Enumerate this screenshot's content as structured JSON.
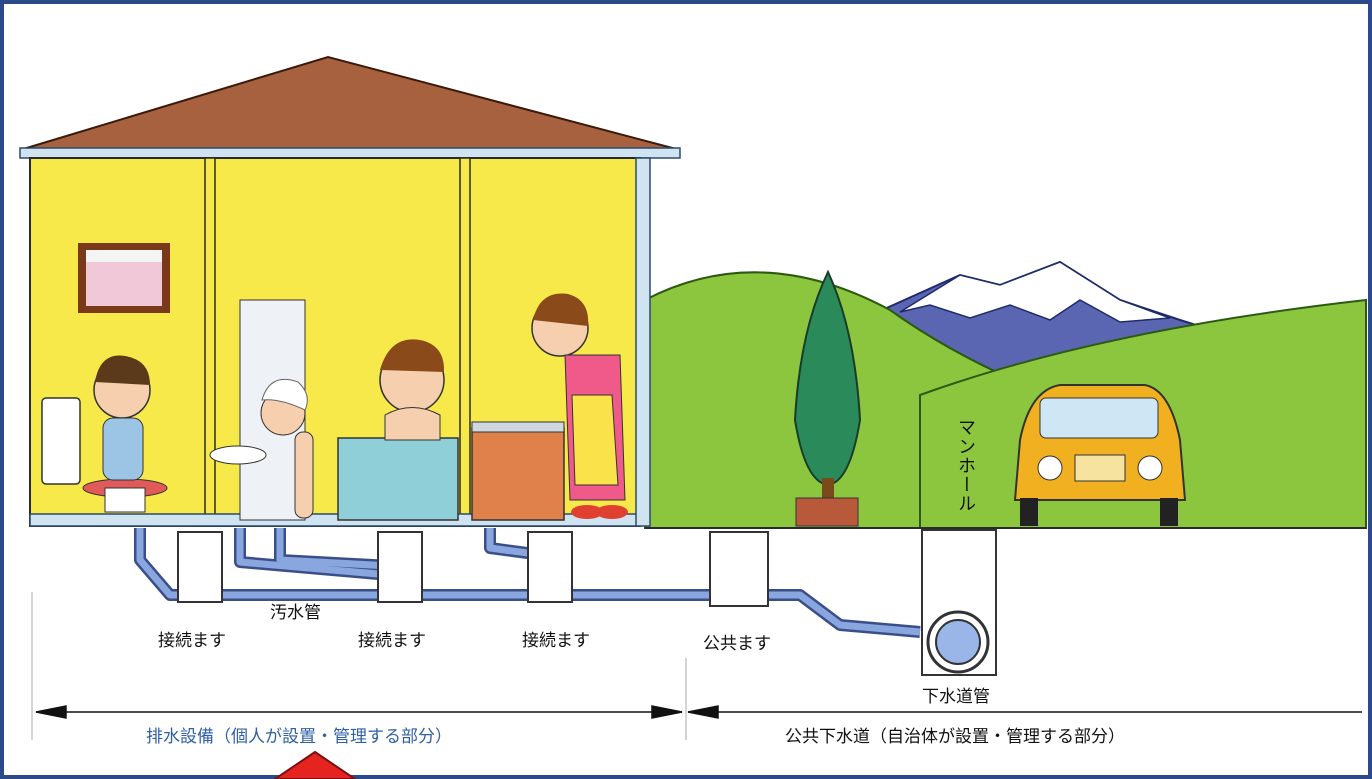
{
  "labels": {
    "sewage_pipe": "汚水管",
    "connection_box_1": "接続ます",
    "connection_box_2": "接続ます",
    "connection_box_3": "接続ます",
    "public_box": "公共ます",
    "manhole": "マンホール",
    "sewer_main": "下水道管"
  },
  "sections": {
    "private": "排水設備（個人が設置・管理する部分）",
    "public": "公共下水道（自治体が設置・管理する部分）"
  },
  "colors": {
    "frame": "#2c4a8a",
    "private_label": "#2f5fa6",
    "pipe": "#5b79c2",
    "wall": "#f7e94a",
    "roof": "#a8613f",
    "hill": "#8cc63f",
    "arrow_red": "#e52420"
  },
  "icons": [
    "house-icon",
    "toilet-icon",
    "bath-icon",
    "sink-icon",
    "tree-icon",
    "car-icon",
    "mountain-icon",
    "up-arrow-icon"
  ]
}
